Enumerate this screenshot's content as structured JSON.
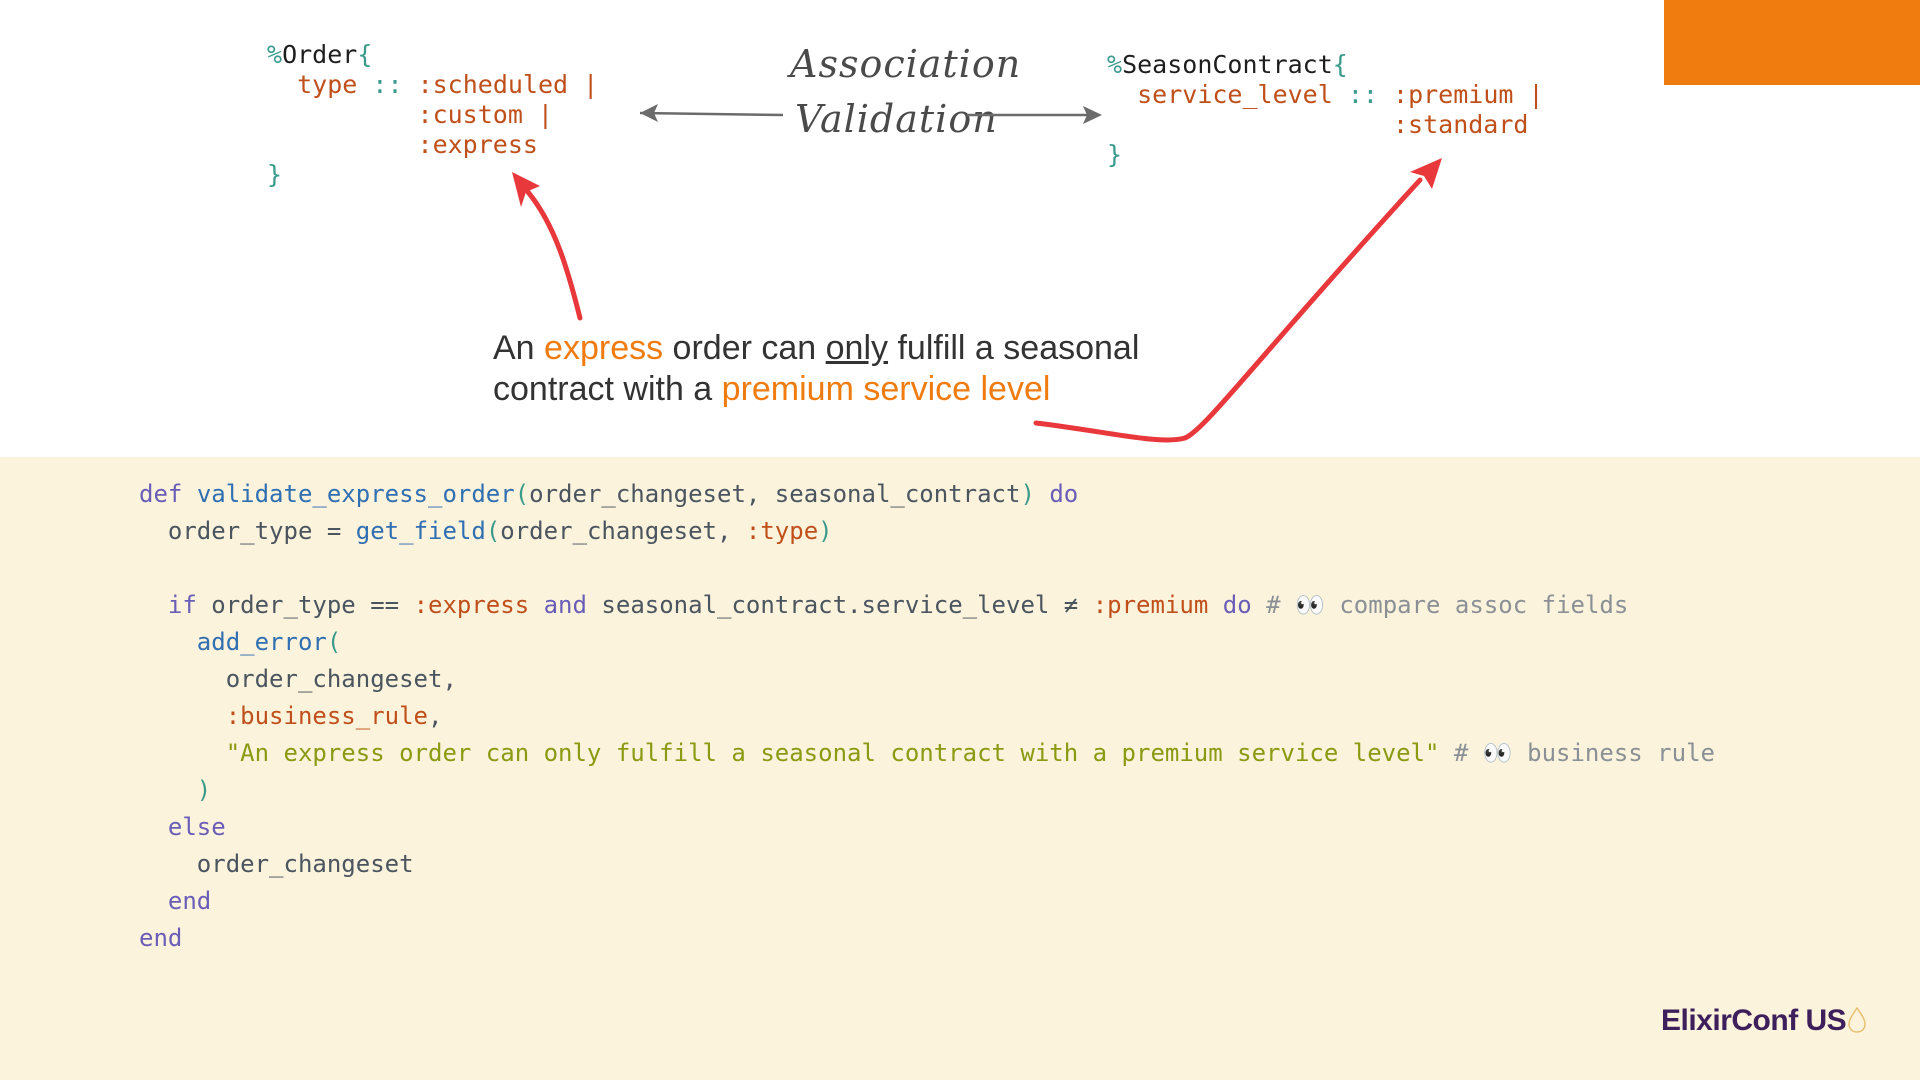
{
  "colors": {
    "accent_orange": "#f07c10",
    "code_panel_bg": "#fcf3dc",
    "arrow_red": "#e8383c",
    "arrow_gray": "#6b6b6b",
    "logo_purple": "#3d1f5c"
  },
  "order_struct": {
    "prefix": "%",
    "name": "Order",
    "open": "{",
    "field": "type",
    "sep": "::",
    "values": [
      ":scheduled |",
      ":custom |",
      ":express"
    ],
    "close": "}"
  },
  "contract_struct": {
    "prefix": "%",
    "name": "SeasonContract",
    "open": "{",
    "field": "service_level",
    "sep": "::",
    "values": [
      ":premium |",
      ":standard"
    ],
    "close": "}"
  },
  "middle_label": {
    "line1": "Association",
    "line2": "Validation"
  },
  "callout": {
    "p1": "An ",
    "h1": "express",
    "p2": " order can ",
    "u1": "only",
    "p3": " fulfill a seasonal",
    "p4": "contract with a ",
    "h2": "premium service level"
  },
  "code": {
    "l1_def": "def",
    "l1_fn": "validate_express_order",
    "l1_open": "(",
    "l1_args": "order_changeset, seasonal_contract",
    "l1_close": ")",
    "l1_do": "do",
    "l2_var": "order_type",
    "l2_eq": " = ",
    "l2_fn": "get_field",
    "l2_open": "(",
    "l2_arg": "order_changeset, ",
    "l2_atom": ":type",
    "l2_close": ")",
    "l4_if": "if",
    "l4_var": " order_type ",
    "l4_op": "==",
    "l4_atom": ":express",
    "l4_and": "and",
    "l4_expr": " seasonal_contract.service_level ",
    "l4_neq": "≠",
    "l4_atom2": ":premium",
    "l4_do": "do",
    "l4_comment": "# 👀 compare assoc fields",
    "l5_fn": "add_error",
    "l5_open": "(",
    "l6_arg": "order_changeset,",
    "l7_atom": ":business_rule",
    "l7_comma": ",",
    "l8_str": "\"An express order can only fulfill a seasonal contract with a premium service level\"",
    "l8_comment": "# 👀 business rule",
    "l9_close": ")",
    "l10_else": "else",
    "l11_var": "order_changeset",
    "l12_end": "end",
    "l13_end": "end"
  },
  "logo": {
    "text": "ElixirConf US"
  }
}
